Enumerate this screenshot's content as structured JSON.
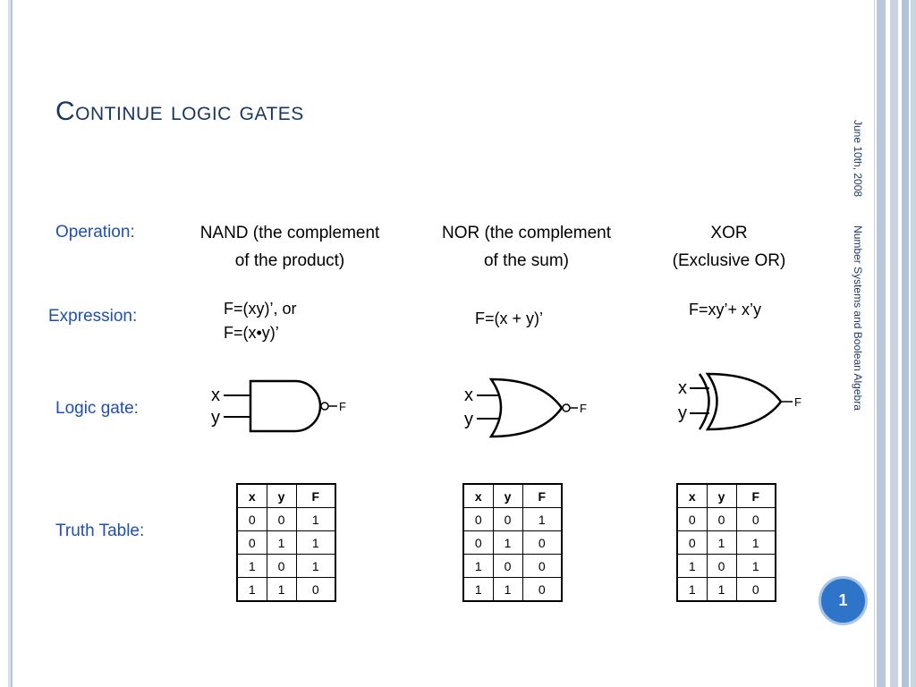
{
  "slide": {
    "title": "Continue logic gates",
    "side_date": "June 10th, 2008",
    "side_subject": "Number Systems and Boolean Algebra",
    "page_number": "1"
  },
  "labels": {
    "operation": "Operation:",
    "expression": "Expression:",
    "logic_gate": "Logic gate:",
    "truth_table": "Truth Table:"
  },
  "gates": [
    {
      "name": "NAND",
      "operation_line1": "NAND (the complement",
      "operation_line2": "of the product)",
      "expression_line1": "F=(xy)’, or",
      "expression_line2": "F=(x•y)’",
      "input_x": "x",
      "input_y": "y",
      "output": "F",
      "table": {
        "headers": [
          "x",
          "y",
          "F"
        ],
        "rows": [
          [
            "0",
            "0",
            "1"
          ],
          [
            "0",
            "1",
            "1"
          ],
          [
            "1",
            "0",
            "1"
          ],
          [
            "1",
            "1",
            "0"
          ]
        ]
      }
    },
    {
      "name": "NOR",
      "operation_line1": "NOR (the complement",
      "operation_line2": "of the sum)",
      "expression_line1": "F=(x + y)’",
      "input_x": "x",
      "input_y": "y",
      "output": "F",
      "table": {
        "headers": [
          "x",
          "y",
          "F"
        ],
        "rows": [
          [
            "0",
            "0",
            "1"
          ],
          [
            "0",
            "1",
            "0"
          ],
          [
            "1",
            "0",
            "0"
          ],
          [
            "1",
            "1",
            "0"
          ]
        ]
      }
    },
    {
      "name": "XOR",
      "operation_line1": "XOR",
      "operation_line2": "(Exclusive OR)",
      "expression_line1": "F=xy’+ x’y",
      "input_x": "x",
      "input_y": "y",
      "output": "F",
      "table": {
        "headers": [
          "x",
          "y",
          "F"
        ],
        "rows": [
          [
            "0",
            "0",
            "0"
          ],
          [
            "0",
            "1",
            "1"
          ],
          [
            "1",
            "0",
            "1"
          ],
          [
            "1",
            "1",
            "0"
          ]
        ]
      }
    }
  ]
}
